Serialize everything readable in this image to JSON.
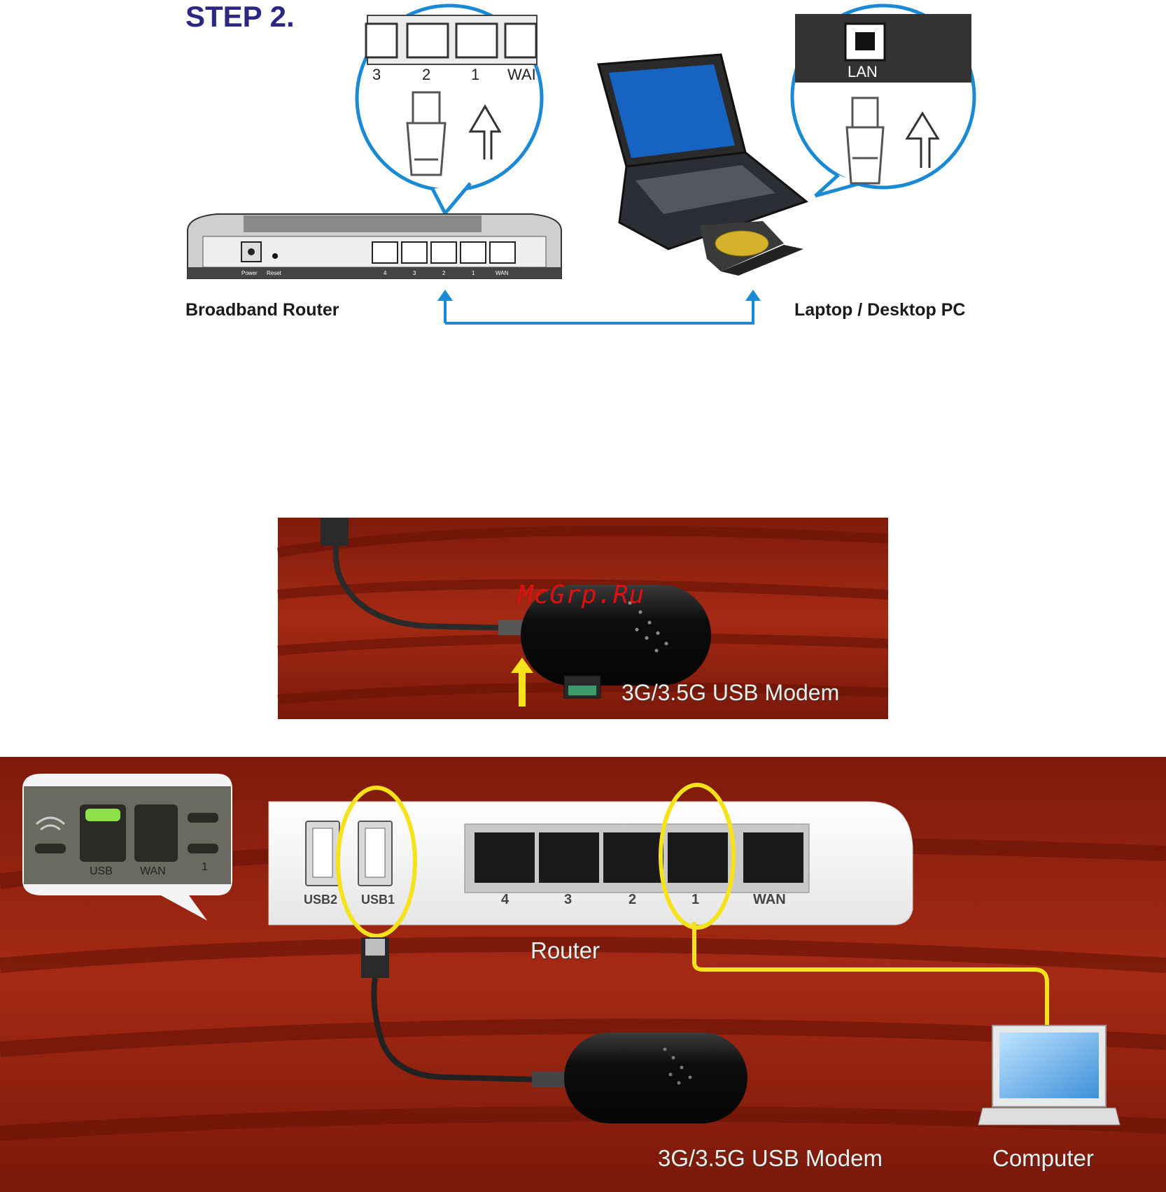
{
  "step": {
    "title": "STEP 2."
  },
  "top_diagram": {
    "router_caption": "Broadband Router",
    "pc_caption": "Laptop / Desktop PC",
    "zoom_left_ports": [
      "3",
      "2",
      "1",
      "WAI"
    ],
    "zoom_right_port": "LAN",
    "router_rear_labels": [
      "Power",
      "Reset",
      "4",
      "3",
      "2",
      "1",
      "WAN"
    ],
    "link_color": "#1a8ad4",
    "title_color": "#2a2882"
  },
  "modem_photo": {
    "caption": "3G/3.5G USB Modem",
    "watermark": "McGrp.Ru",
    "arrow_color": "#f5e21a"
  },
  "setup_photo": {
    "router_label": "Router",
    "usb_ports": [
      "USB2",
      "USB1"
    ],
    "lan_ports": [
      "4",
      "3",
      "2",
      "1",
      "WAN"
    ],
    "panel_labels": [
      "USB",
      "WAN",
      "1"
    ],
    "modem_label": "3G/3.5G USB Modem",
    "computer_label": "Computer",
    "highlight_color": "#f5e21a",
    "background_color": "#8a1c0e"
  }
}
